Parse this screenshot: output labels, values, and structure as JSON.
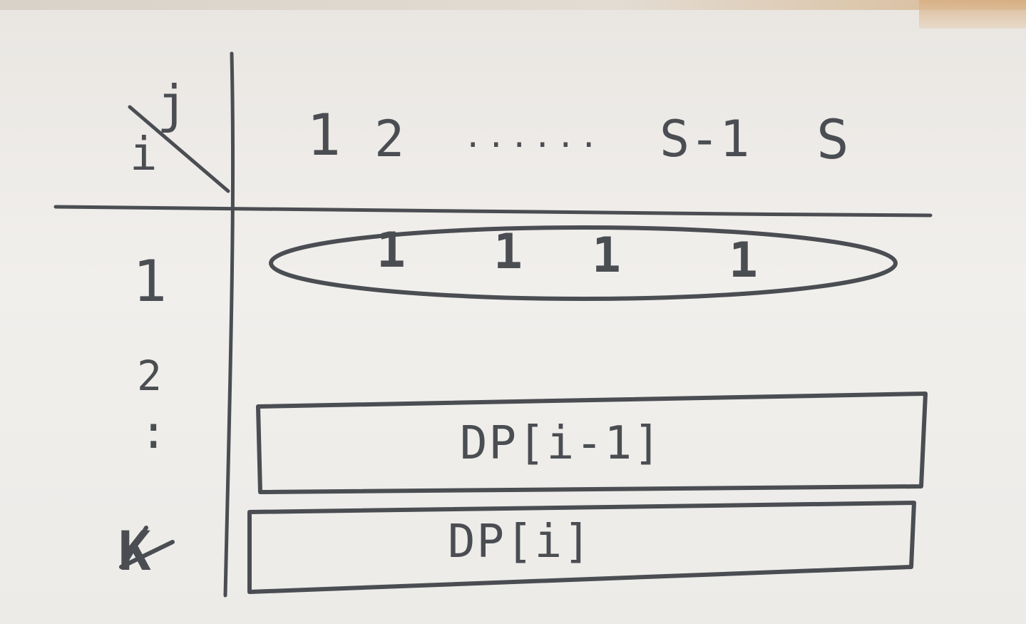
{
  "table": {
    "corner_row_label": "i",
    "corner_col_label": "j",
    "col_headers": [
      "1",
      "2",
      "......",
      "S-1",
      "S"
    ],
    "row_labels": [
      "1",
      "2",
      ":",
      "K"
    ]
  },
  "rows": {
    "first_row_marks": [
      "1",
      "1",
      "1",
      "1"
    ],
    "prev_label": "DP[i-1]",
    "curr_label": "DP[i]"
  }
}
